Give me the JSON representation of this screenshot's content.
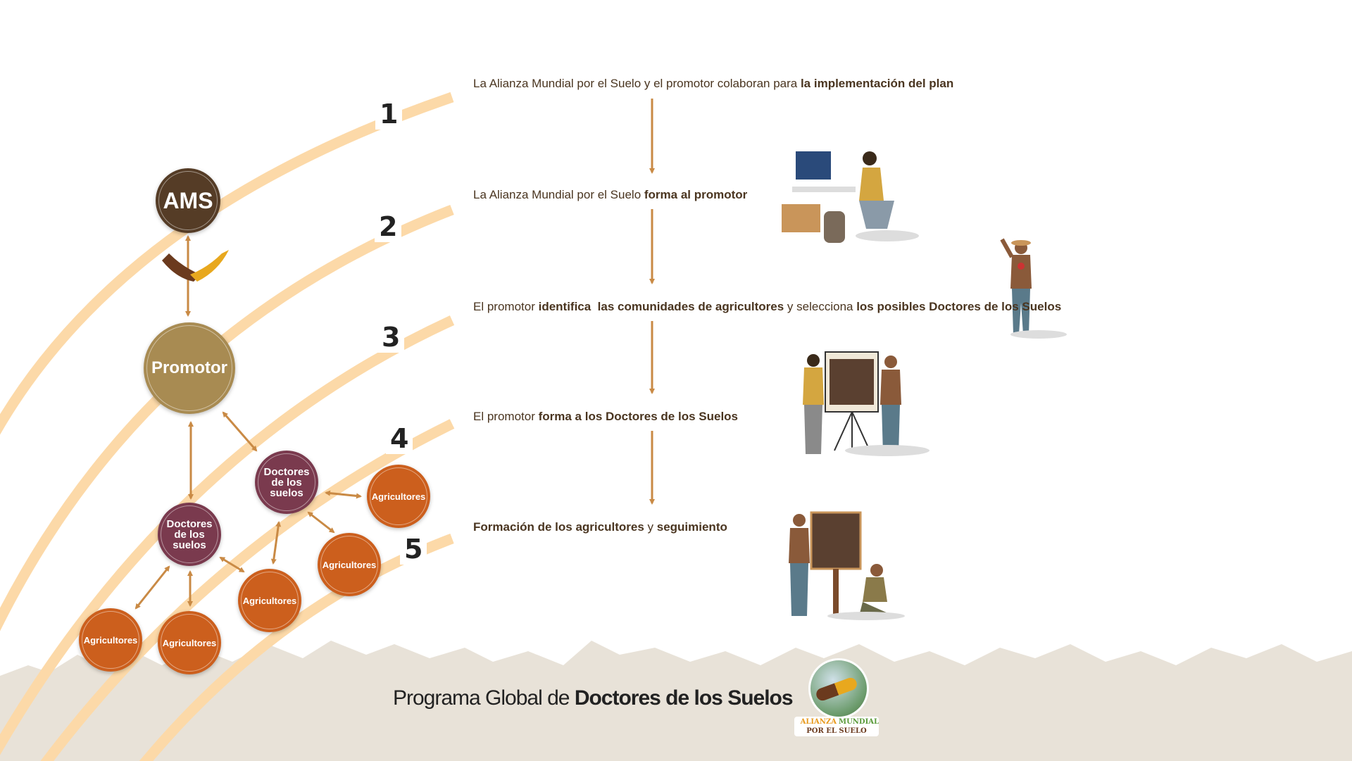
{
  "diagram": {
    "numbers": [
      "1",
      "2",
      "3",
      "4",
      "5"
    ],
    "steps": [
      {
        "parts": [
          {
            "t": "La Alianza Mundial por el Suelo y el promotor colaboran para ",
            "b": false
          },
          {
            "t": "la implementación del plan",
            "b": true
          }
        ]
      },
      {
        "parts": [
          {
            "t": "La Alianza Mundial por el Suelo ",
            "b": false
          },
          {
            "t": "forma al promotor",
            "b": true
          }
        ]
      },
      {
        "parts": [
          {
            "t": "El promotor ",
            "b": false
          },
          {
            "t": "identifica  las comunidades de agricultores",
            "b": true
          },
          {
            "t": " y selecciona ",
            "b": false
          },
          {
            "t": "los posibles Doctores de los Suelos",
            "b": true
          }
        ]
      },
      {
        "parts": [
          {
            "t": "El promotor ",
            "b": false
          },
          {
            "t": "forma a los Doctores de los Suelos",
            "b": true
          }
        ]
      },
      {
        "parts": [
          {
            "t": "Formación de los agricultores",
            "b": true
          },
          {
            "t": " y ",
            "b": false
          },
          {
            "t": "seguimiento",
            "b": true
          }
        ]
      }
    ],
    "nodes": {
      "ams": "AMS",
      "promotor": "Promotor",
      "doctores": [
        "Doctores",
        "de los",
        "suelos"
      ],
      "agricultores": "Agricultores"
    }
  },
  "footer": {
    "title_regular": "Programa Global de ",
    "title_bold": "Doctores de los Suelos",
    "logo_line1_a": "ALIANZA",
    "logo_line1_b": "MUNDIAL",
    "logo_line2": "POR EL SUELO"
  },
  "colors": {
    "arc": "#fcd9a8",
    "ams": "#553c26",
    "promotor": "#a88b52",
    "doctores": "#7a3a4e",
    "agricultores": "#cc5f1d",
    "arrow": "#c98a45",
    "text": "#4a3520",
    "ground": "#e8e2d8"
  }
}
